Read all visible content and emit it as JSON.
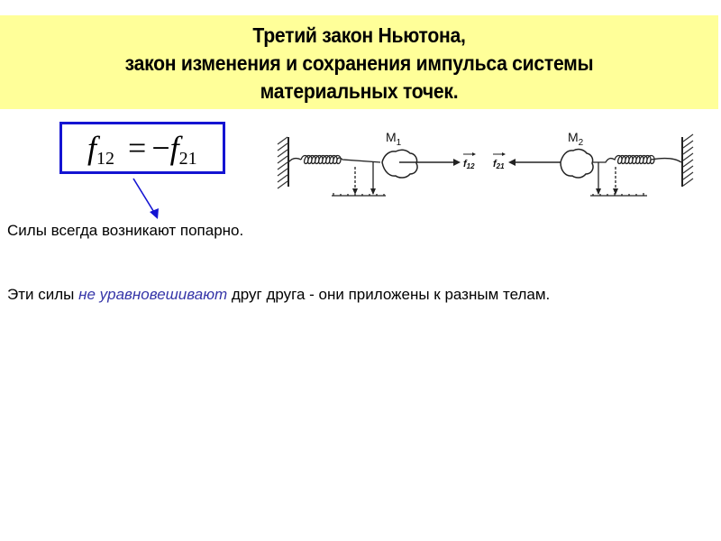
{
  "slide": {
    "title_lines": [
      "Третий закон Ньютона,",
      "закон изменения и сохранения импульса системы",
      "материальных точек."
    ],
    "formula": {
      "lhs_symbol": "f",
      "lhs_sub": "12",
      "operator": "=",
      "minus": "−",
      "rhs_symbol": "f",
      "rhs_sub": "21"
    },
    "diagram": {
      "mass1_label": "M",
      "mass1_sub": "1",
      "mass2_label": "M",
      "mass2_sub": "2",
      "force1_label": "f",
      "force1_sub": "12",
      "force2_label": "f",
      "force2_sub": "21"
    },
    "paragraph1": "Силы всегда возникают попарно.",
    "paragraph2": {
      "before": "Эти силы ",
      "emphasis": "не уравновешивают",
      "after": " друг друга - они приложены к разным телам."
    },
    "colors": {
      "banner_bg": "#ffff99",
      "formula_border": "#1414d2",
      "arrow": "#1414d2",
      "emphasis_text": "#3535a8"
    }
  }
}
